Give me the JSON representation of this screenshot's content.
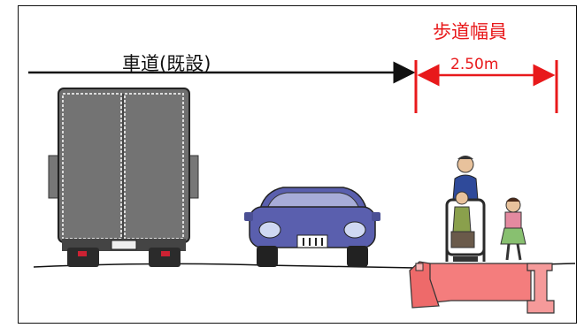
{
  "labels": {
    "roadway": "車道(既設)",
    "sidewalk_title": "歩道幅員",
    "sidewalk_width": "2.50m"
  },
  "colors": {
    "dimension_red": "#e8191b",
    "sidewalk_fill": "#f47d7d",
    "truck_body": "#6e6e6e",
    "car_body": "#5a5fae",
    "line_black": "#111111"
  },
  "icons": [
    "truck-icon",
    "car-icon",
    "wheelchair-person-icon",
    "child-icon",
    "curb-icon"
  ]
}
